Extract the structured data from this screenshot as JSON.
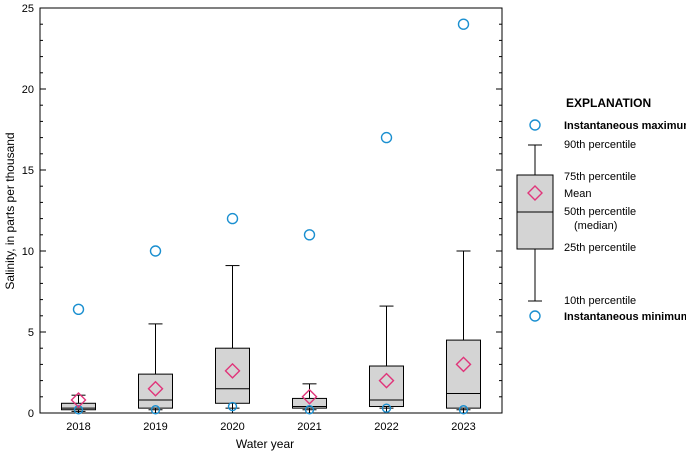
{
  "chart_data": {
    "type": "box",
    "xlabel": "Water year",
    "ylabel": "Salinity, in parts per thousand",
    "ylim": [
      0,
      25
    ],
    "yticks": [
      0,
      5,
      10,
      15,
      20,
      25
    ],
    "categories": [
      "2018",
      "2019",
      "2020",
      "2021",
      "2022",
      "2023"
    ],
    "boxes": [
      {
        "year": "2018",
        "p10": 0.1,
        "p25": 0.2,
        "median": 0.3,
        "p75": 0.6,
        "p90": 1.1,
        "mean": 0.8,
        "min": 0.2,
        "max": 6.4
      },
      {
        "year": "2019",
        "p10": 0.2,
        "p25": 0.3,
        "median": 0.8,
        "p75": 2.4,
        "p90": 5.5,
        "mean": 1.5,
        "min": 0.2,
        "max": 10.0
      },
      {
        "year": "2020",
        "p10": 0.3,
        "p25": 0.6,
        "median": 1.5,
        "p75": 4.0,
        "p90": 9.1,
        "mean": 2.6,
        "min": 0.4,
        "max": 12.0
      },
      {
        "year": "2021",
        "p10": 0.2,
        "p25": 0.3,
        "median": 0.4,
        "p75": 0.9,
        "p90": 1.8,
        "mean": 1.0,
        "min": 0.2,
        "max": 11.0
      },
      {
        "year": "2022",
        "p10": 0.3,
        "p25": 0.4,
        "median": 0.8,
        "p75": 2.9,
        "p90": 6.6,
        "mean": 2.0,
        "min": 0.3,
        "max": 17.0
      },
      {
        "year": "2023",
        "p10": 0.2,
        "p25": 0.3,
        "median": 1.2,
        "p75": 4.5,
        "p90": 10.0,
        "mean": 3.0,
        "min": 0.2,
        "max": 24.0
      }
    ],
    "grid": false,
    "legend_placement": "right"
  },
  "legend": {
    "title": "EXPLANATION",
    "instantaneous_maximum": "Instantaneous maximum",
    "p90": "90th percentile",
    "p75": "75th percentile",
    "mean": "Mean",
    "p50_line1": "50th percentile",
    "p50_line2": "(median)",
    "p25": "25th percentile",
    "p10": "10th percentile",
    "instantaneous_minimum": "Instantaneous minimum"
  },
  "colors": {
    "box_fill": "#d4d4d4",
    "marker_circle": "#1a8fd0",
    "marker_mean": "#e0357a",
    "axis": "#000000"
  }
}
